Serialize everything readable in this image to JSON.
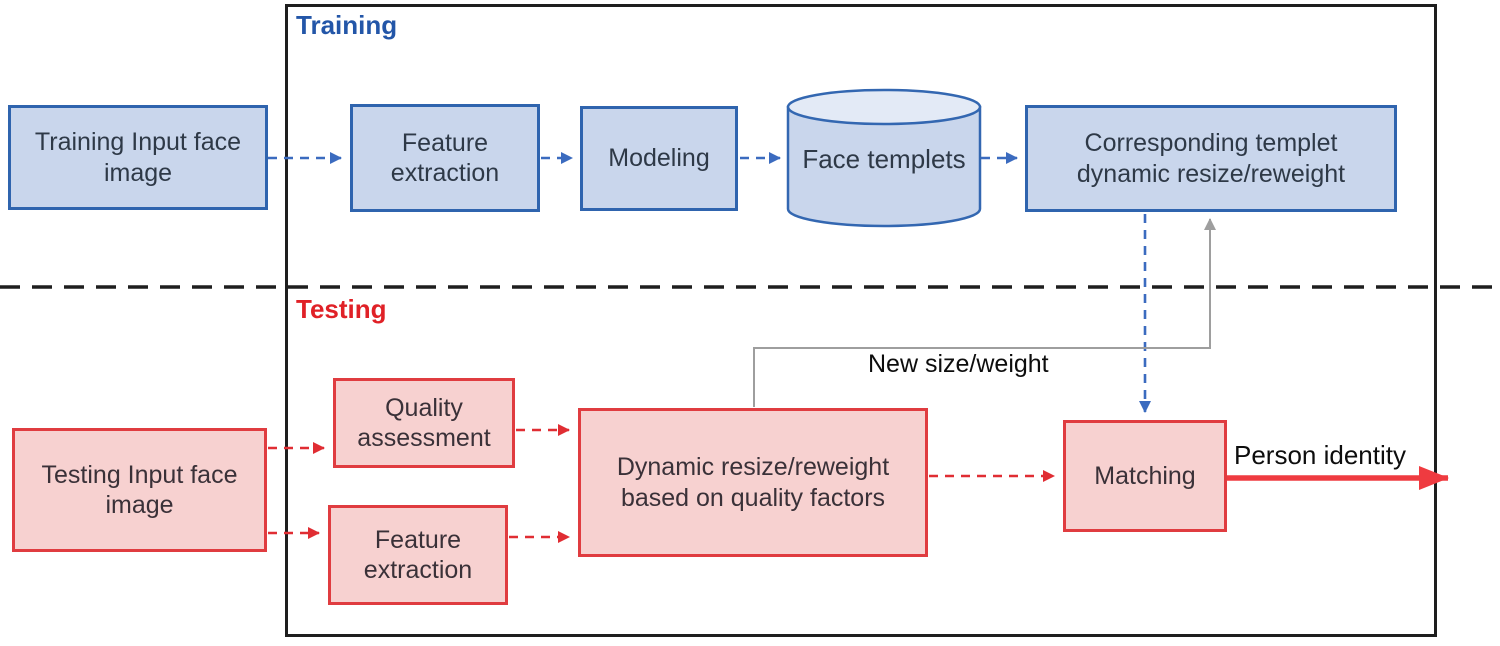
{
  "sections": {
    "training_label": "Training",
    "testing_label": "Testing"
  },
  "training": {
    "input": "Training Input face image",
    "feature_extraction": "Feature extraction",
    "modeling": "Modeling",
    "face_templates": "Face templets",
    "corresponding_template": "Corresponding templet dynamic resize/reweight"
  },
  "testing": {
    "input": "Testing Input face image",
    "quality_assessment": "Quality assessment",
    "feature_extraction": "Feature extraction",
    "dynamic_resize": "Dynamic resize/reweight based on quality factors",
    "matching": "Matching"
  },
  "annotations": {
    "new_size_weight": "New size/weight",
    "person_identity": "Person identity"
  },
  "colors": {
    "blue_box_fill": "#c9d6ec",
    "blue_box_border": "#2f64ae",
    "blue_arrow": "#3b6bbf",
    "training_label_color": "#2356a8",
    "red_box_fill": "#f7d1d0",
    "red_box_border": "#e03c40",
    "red_arrow": "#e02d33",
    "testing_label_color": "#e02127",
    "gray_line": "#9e9e9e",
    "frame_black": "#1e1e1e"
  }
}
